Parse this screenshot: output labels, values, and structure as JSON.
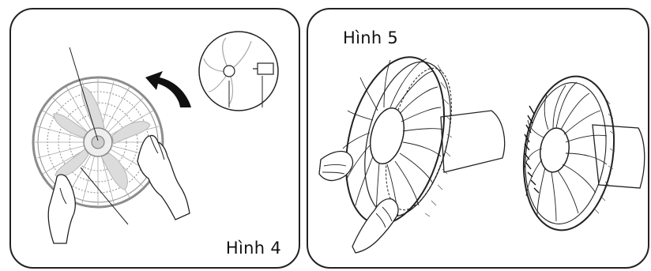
{
  "figures": [
    {
      "id": "fig4",
      "caption": "Hình 4"
    },
    {
      "id": "fig5",
      "caption": "Hình 5"
    }
  ],
  "colors": {
    "line": "#222222",
    "blade": "#d9d9d9",
    "grille": "#9a9a9a",
    "background": "#ffffff"
  }
}
